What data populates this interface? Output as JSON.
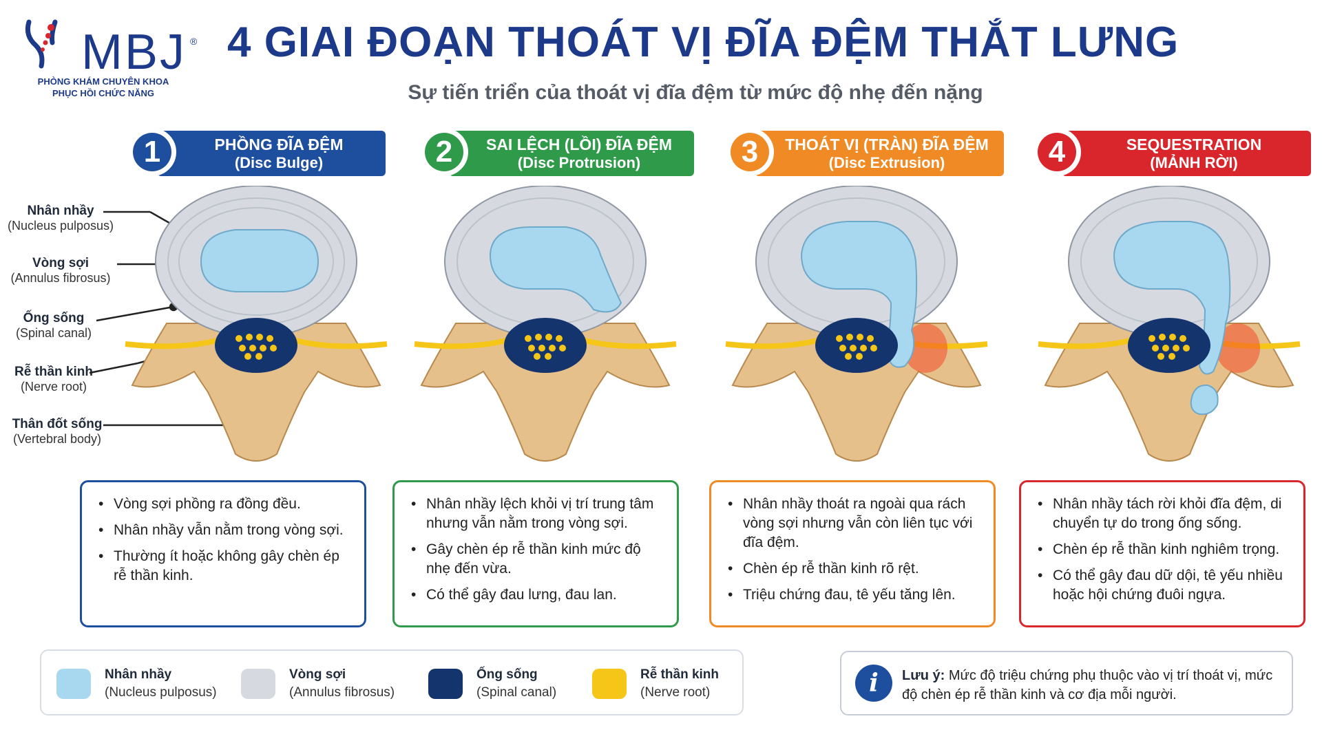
{
  "logo": {
    "text": "MBJ",
    "reg": "®",
    "line1": "PHÒNG KHÁM CHUYÊN KHOA",
    "line2": "PHỤC HỒI CHỨC NĂNG"
  },
  "title": "4 GIAI ĐOẠN THOÁT VỊ ĐĨA ĐỆM THẮT LƯNG",
  "subtitle": "Sự tiến triển của thoát vị đĩa đệm từ mức độ nhẹ đến nặng",
  "colors": {
    "stage1": "#1d4f9e",
    "stage2": "#2e9a4a",
    "stage3": "#f08a24",
    "stage4": "#d9262c",
    "nucleus": "#a8d8f0",
    "annulus": "#d6dae0",
    "canal": "#14346e",
    "nerve": "#f5c518",
    "bone": "#e6c08a"
  },
  "stages": [
    {
      "number": "1",
      "name": "PHỒNG ĐĨA ĐỆM",
      "name_en": "(Disc Bulge)",
      "bullets": [
        "Vòng sợi phồng ra đồng đều.",
        "Nhân nhầy vẫn nằm trong vòng sợi.",
        "Thường ít hoặc không gây chèn ép rễ thần kinh."
      ]
    },
    {
      "number": "2",
      "name": "SAI LỆCH (LỒI) ĐĨA ĐỆM",
      "name_en": "(Disc Protrusion)",
      "bullets": [
        "Nhân nhầy lệch khỏi vị trí trung tâm nhưng vẫn nằm trong vòng sợi.",
        "Gây chèn ép rễ thần kinh mức độ nhẹ đến vừa.",
        "Có thể gây đau lưng, đau lan."
      ]
    },
    {
      "number": "3",
      "name": "THOÁT VỊ (TRÀN) ĐĨA ĐỆM",
      "name_en": "(Disc Extrusion)",
      "bullets": [
        "Nhân nhầy thoát ra ngoài qua rách vòng sợi nhưng vẫn còn liên tục với đĩa đệm.",
        "Chèn ép rễ thần kinh rõ rệt.",
        "Triệu chứng đau, tê yếu tăng lên."
      ]
    },
    {
      "number": "4",
      "name": "SEQUESTRATION",
      "name_en": "(MẢNH RỜI)",
      "bullets": [
        "Nhân nhầy tách rời khỏi đĩa đệm, di chuyển tự do trong ống sống.",
        "Chèn ép rễ thần kinh nghiêm trọng.",
        "Có thể gây đau dữ dội, tê yếu nhiều hoặc hội chứng đuôi ngựa."
      ]
    }
  ],
  "anatomy_labels": [
    {
      "vi": "Nhân nhầy",
      "en": "(Nucleus pulposus)"
    },
    {
      "vi": "Vòng sợi",
      "en": "(Annulus fibrosus)"
    },
    {
      "vi": "Ống sống",
      "en": "(Spinal canal)"
    },
    {
      "vi": "Rễ thần kinh",
      "en": "(Nerve root)"
    },
    {
      "vi": "Thân đốt sống",
      "en": "(Vertebral body)"
    }
  ],
  "legend": [
    {
      "vi": "Nhân nhầy",
      "en": "(Nucleus pulposus)"
    },
    {
      "vi": "Vòng sợi",
      "en": "(Annulus fibrosus)"
    },
    {
      "vi": "Ống sống",
      "en": "(Spinal canal)"
    },
    {
      "vi": "Rễ thần kinh",
      "en": "(Nerve root)"
    }
  ],
  "note": {
    "icon": "info-icon",
    "label": "Lưu ý:",
    "text": "Mức độ triệu chứng phụ thuộc vào vị trí thoát vị, mức độ chèn ép rễ thần kinh và cơ địa mỗi người."
  }
}
